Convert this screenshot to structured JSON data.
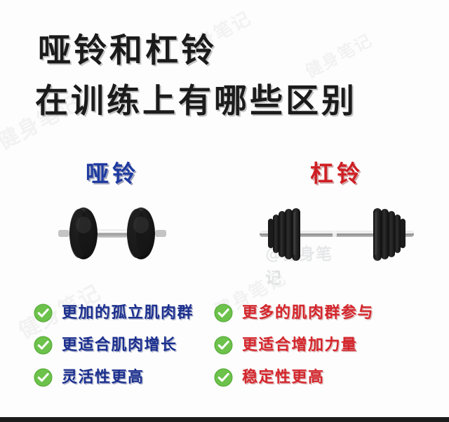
{
  "poster": {
    "background_color": "#fdfdfd",
    "bottom_bar_color": "#1c1c1c"
  },
  "title": {
    "line1": "哑铃和杠铃",
    "line2": "在训练上有哪些区别",
    "color": "#1b1b1b"
  },
  "columns": [
    {
      "id": "dumbbell",
      "heading": "哑铃",
      "heading_color": "#1f3ba0",
      "equipment_icon": "dumbbell-icon",
      "features": [
        "更加的孤立肌肉群",
        "更适合肌肉增长",
        "灵活性更高"
      ],
      "feature_text_color": "#1b2f8e"
    },
    {
      "id": "barbell",
      "heading": "杠铃",
      "heading_color": "#cf1f24",
      "equipment_icon": "barbell-icon",
      "features": [
        "更多的肌肉群参与",
        "更适合增加力量",
        "稳定性更高"
      ],
      "feature_text_color": "#d4262c"
    }
  ],
  "check_icon": {
    "name": "check-circle-icon",
    "circle_color": "#6cc24a",
    "mark_color": "#ffffff"
  },
  "watermarks": {
    "text": "健身笔记",
    "handle": "@健身笔记"
  }
}
